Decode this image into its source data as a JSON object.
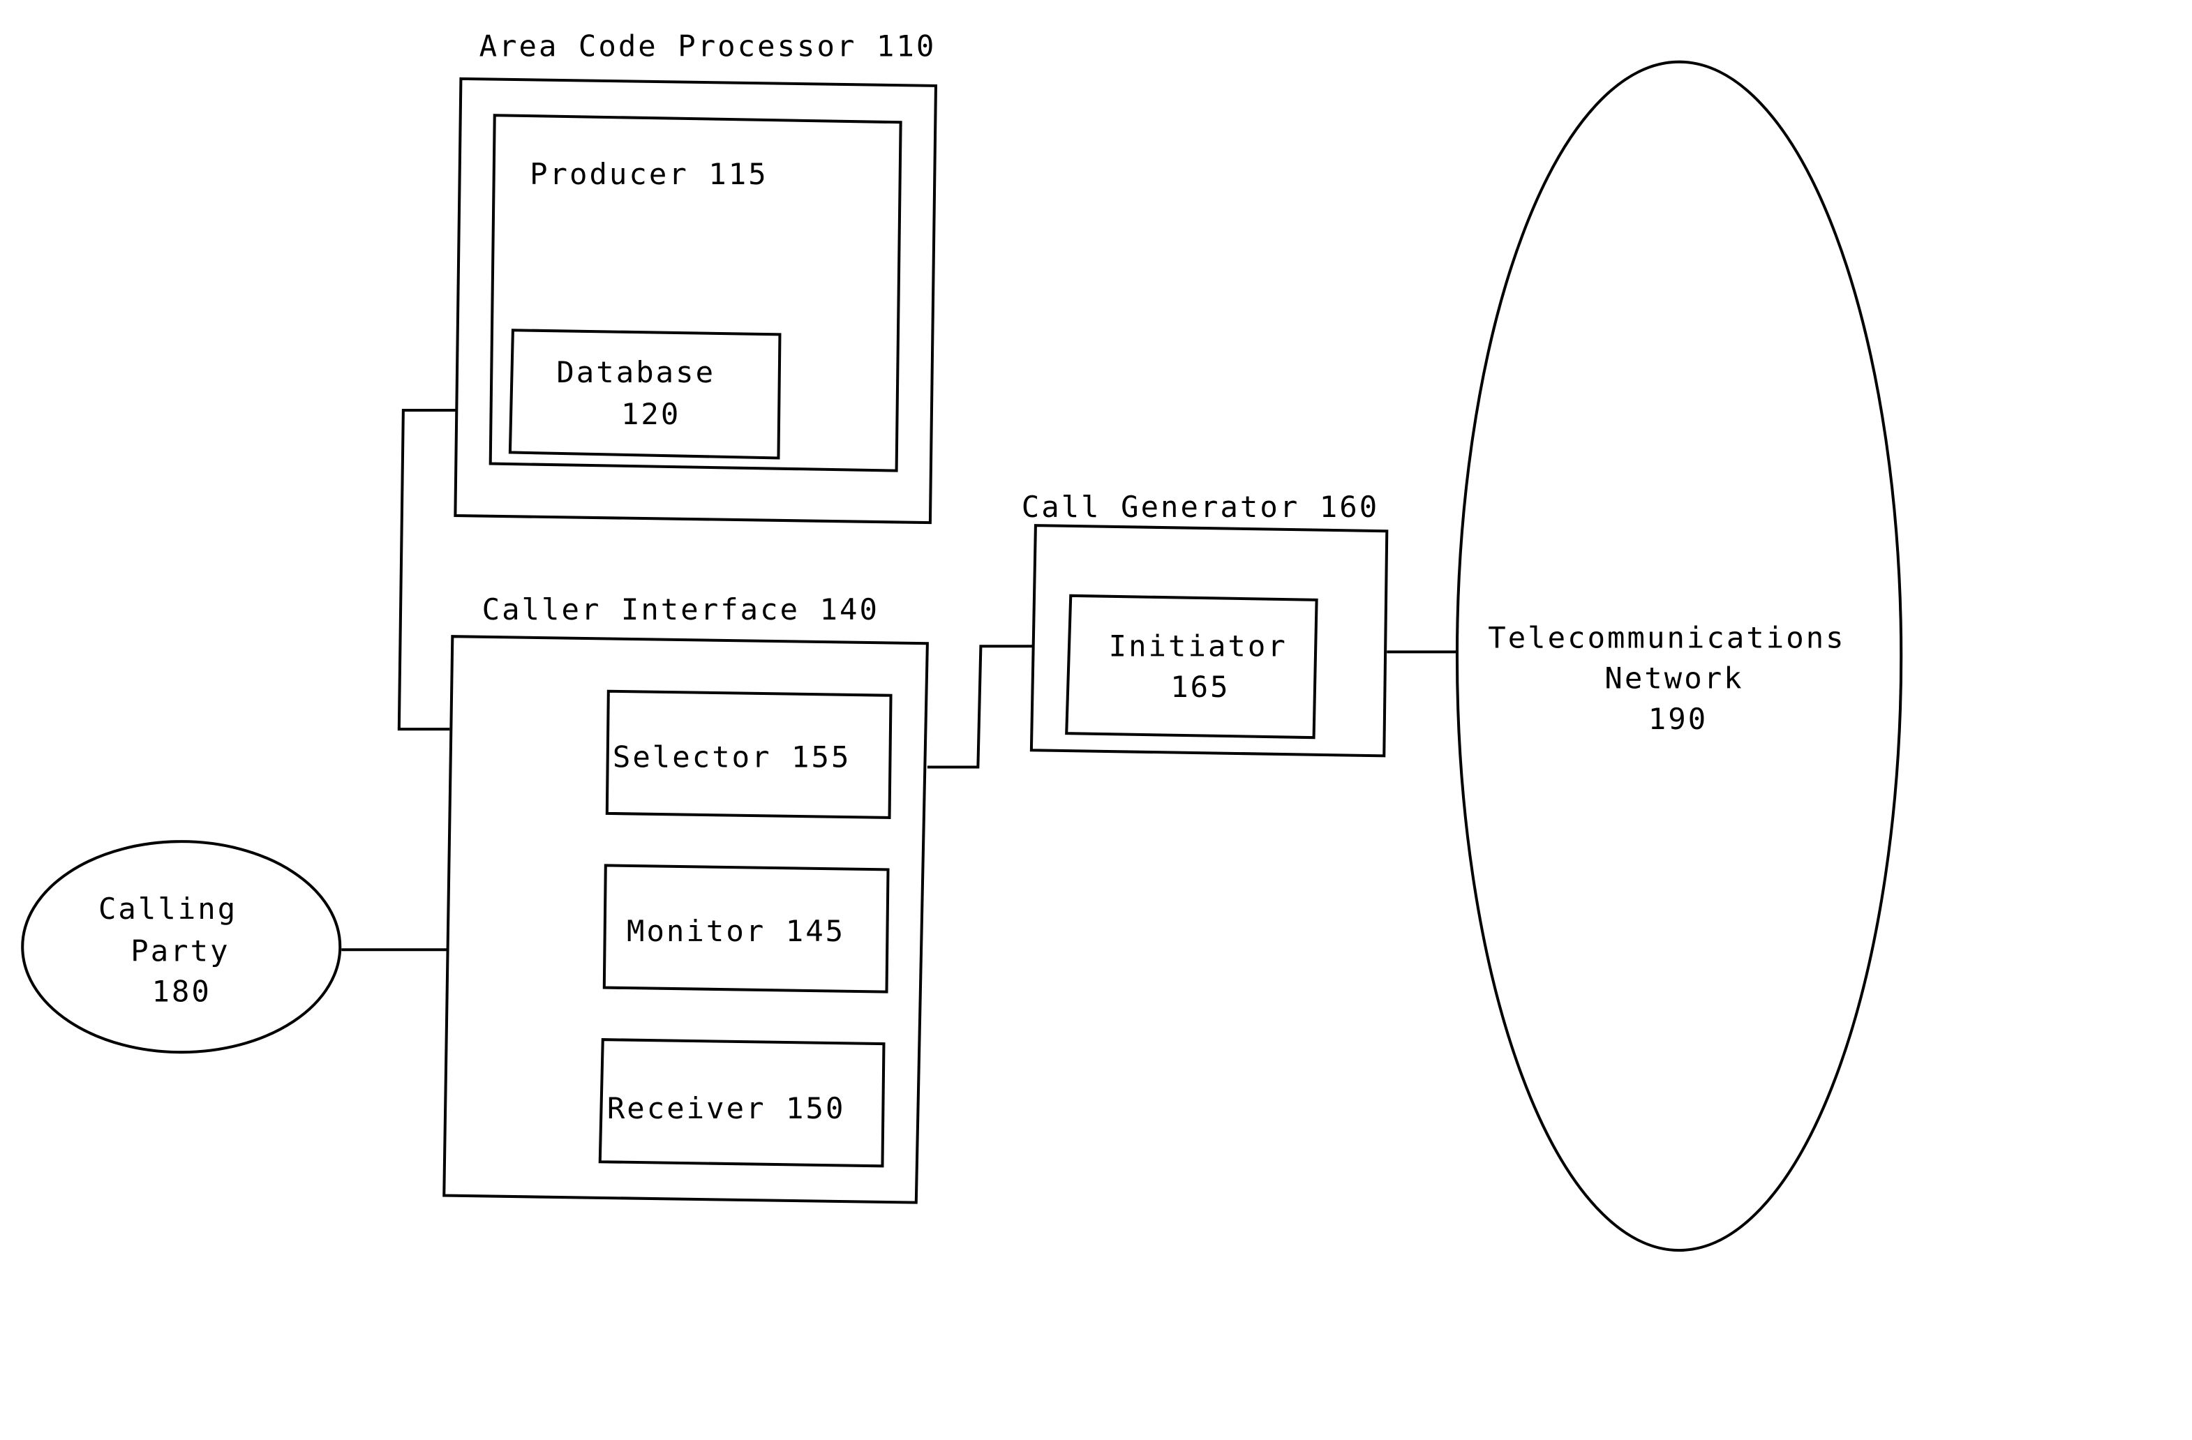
{
  "area_code_processor": {
    "label": "Area Code Processor 110"
  },
  "producer": {
    "label": "Producer 115"
  },
  "database": {
    "line1": "Database",
    "line2": "120"
  },
  "caller_interface": {
    "label": "Caller Interface 140"
  },
  "selector": {
    "label": "Selector 155"
  },
  "monitor": {
    "label": "Monitor 145"
  },
  "receiver": {
    "label": "Receiver 150"
  },
  "call_generator": {
    "label": "Call Generator 160"
  },
  "initiator": {
    "line1": "Initiator",
    "line2": "165"
  },
  "calling_party": {
    "line1": "Calling",
    "line2": "Party",
    "line3": "180"
  },
  "network": {
    "line1": "Telecommunications",
    "line2": "Network",
    "line3": "190"
  }
}
